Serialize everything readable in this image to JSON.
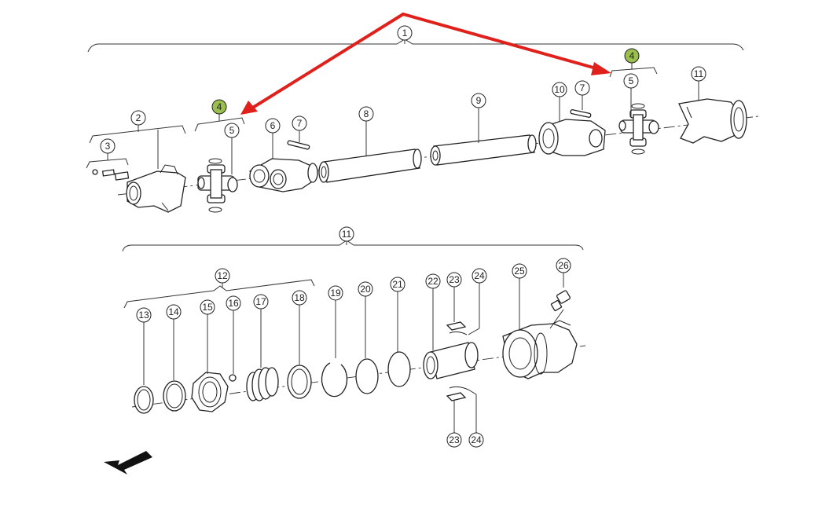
{
  "diagram": {
    "callouts": {
      "c1": "1",
      "c2": "2",
      "c3": "3",
      "c4a": "4",
      "c4b": "4",
      "c5a": "5",
      "c5b": "5",
      "c6": "6",
      "c7a": "7",
      "c7b": "7",
      "c8": "8",
      "c9": "9",
      "c10": "10",
      "c11a": "11",
      "c11b": "11",
      "c12": "12",
      "c13": "13",
      "c14": "14",
      "c15": "15",
      "c16": "16",
      "c17": "17",
      "c18": "18",
      "c19": "19",
      "c20": "20",
      "c21": "21",
      "c22": "22",
      "c23a": "23",
      "c23b": "23",
      "c24a": "24",
      "c24b": "24",
      "c25": "25",
      "c26": "26"
    },
    "colors": {
      "highlight_arrow": "#e0201b",
      "highlight_badge": "#9bbf4e",
      "line": "#222222",
      "background": "#ffffff"
    },
    "icons": {
      "direction_arrow": "direction-arrow-icon"
    }
  }
}
